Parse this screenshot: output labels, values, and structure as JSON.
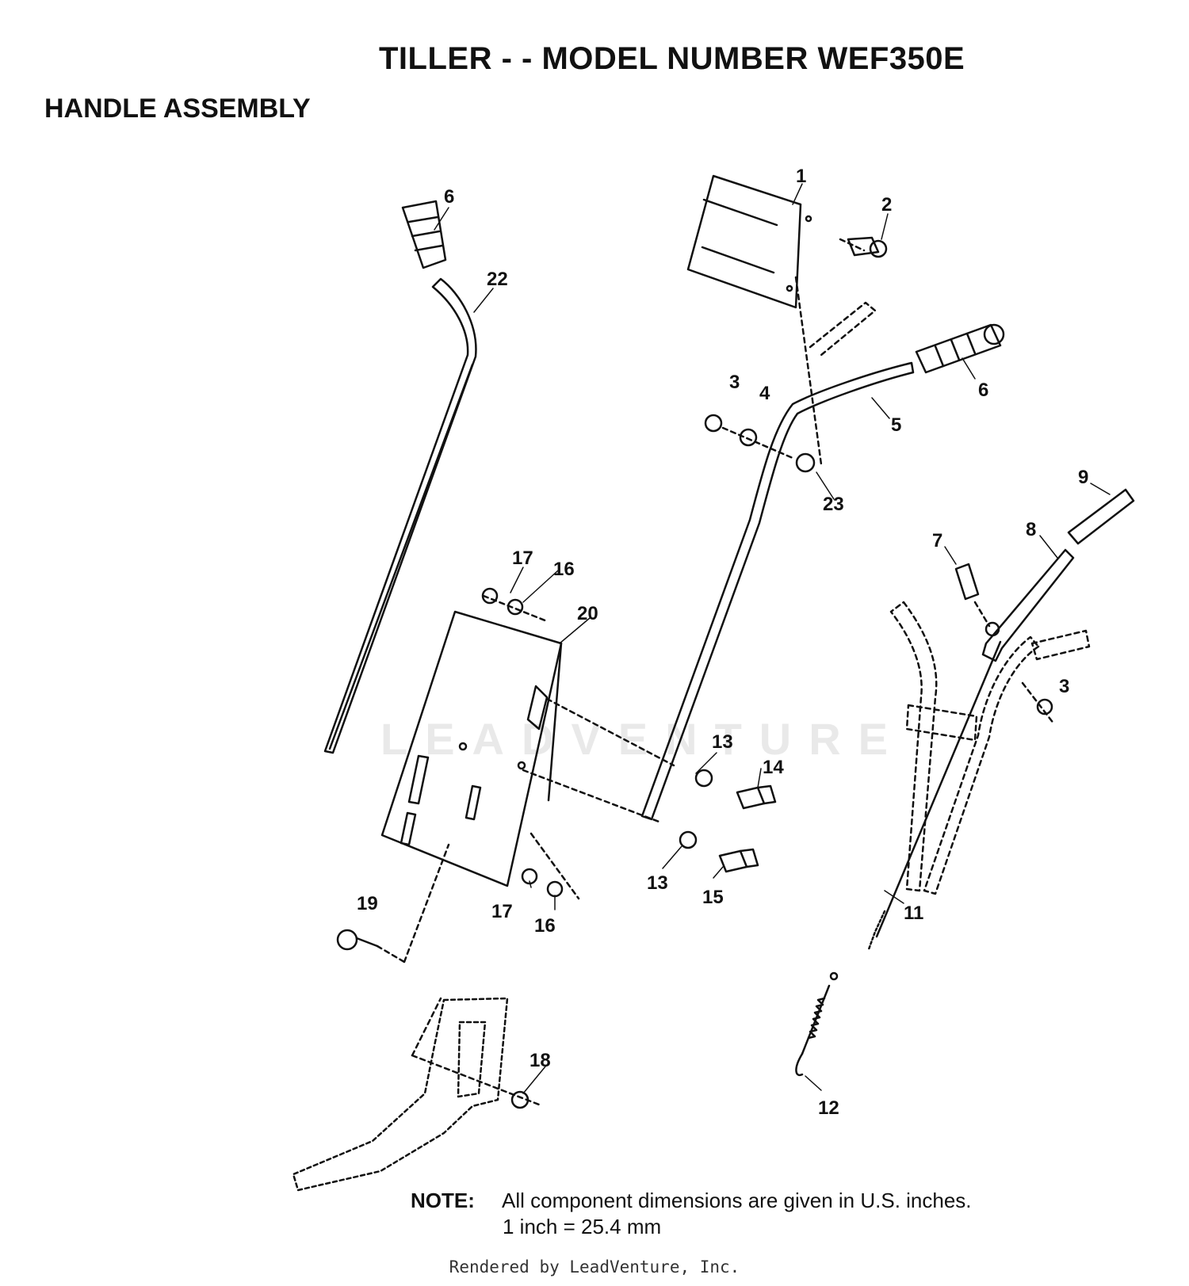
{
  "title": "TILLER - - MODEL NUMBER WEF350E",
  "section": "HANDLE ASSEMBLY",
  "watermark": "LEADVENTURE",
  "part_labels": {
    "p1": "1",
    "p2": "2",
    "p3a": "3",
    "p3b": "3",
    "p4": "4",
    "p5": "5",
    "p6a": "6",
    "p6b": "6",
    "p7": "7",
    "p8": "8",
    "p9": "9",
    "p11": "11",
    "p12": "12",
    "p13a": "13",
    "p13b": "13",
    "p14": "14",
    "p15": "15",
    "p16a": "16",
    "p16b": "16",
    "p17a": "17",
    "p17b": "17",
    "p18": "18",
    "p19": "19",
    "p20": "20",
    "p22": "22",
    "p23": "23"
  },
  "note": {
    "label": "NOTE:",
    "line1": "All component dimensions are given in U.S. inches.",
    "line2": "1 inch = 25.4 mm"
  },
  "footer": "Rendered by LeadVenture, Inc."
}
